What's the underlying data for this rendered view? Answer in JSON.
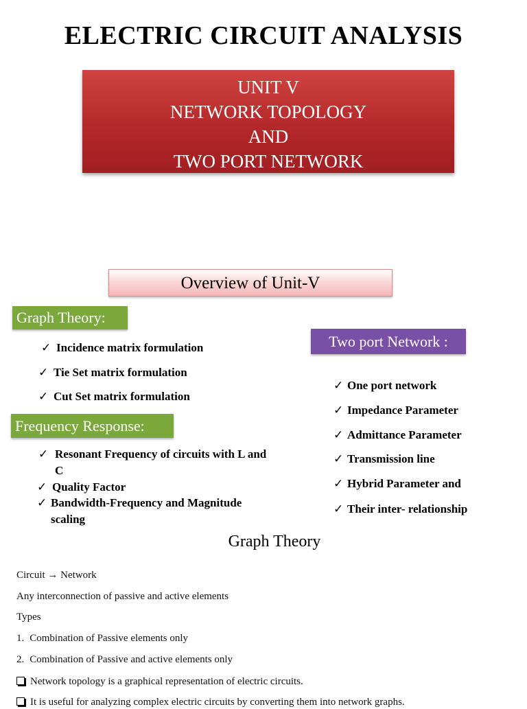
{
  "title": "ELECTRIC CIRCUIT ANALYSIS",
  "unit_box": {
    "lines": [
      "UNIT V",
      "NETWORK TOPOLOGY",
      "AND",
      "TWO PORT NETWORK"
    ]
  },
  "overview": "Overview of Unit-V",
  "graph_theory": {
    "header": "Graph Theory:",
    "items": [
      "Incidence matrix formulation",
      "Tie Set matrix formulation",
      "Cut Set matrix formulation"
    ]
  },
  "frequency_response": {
    "header": "Frequency Response:",
    "items": [
      "Resonant Frequency of circuits with L and C",
      "Quality Factor",
      "Bandwidth-Frequency and Magnitude scaling"
    ]
  },
  "two_port": {
    "header": "Two port Network :",
    "items": [
      "One port network",
      "Impedance Parameter",
      "Admittance Parameter",
      "Transmission line",
      "Hybrid Parameter and",
      "Their inter- relationship"
    ]
  },
  "section_title": "Graph Theory",
  "body": {
    "line1": "Circuit → Network",
    "line2": "Any interconnection of passive and active elements",
    "line3": "Types",
    "line4_num": "1.",
    "line4": "Combination of Passive elements only",
    "line5_num": "2.",
    "line5": "Combination of Passive and active elements only",
    "line6": "Network topology is a graphical representation of electric circuits.",
    "line7": "It is useful for analyzing complex electric circuits by converting them into network graphs."
  },
  "check_glyph": "✓"
}
